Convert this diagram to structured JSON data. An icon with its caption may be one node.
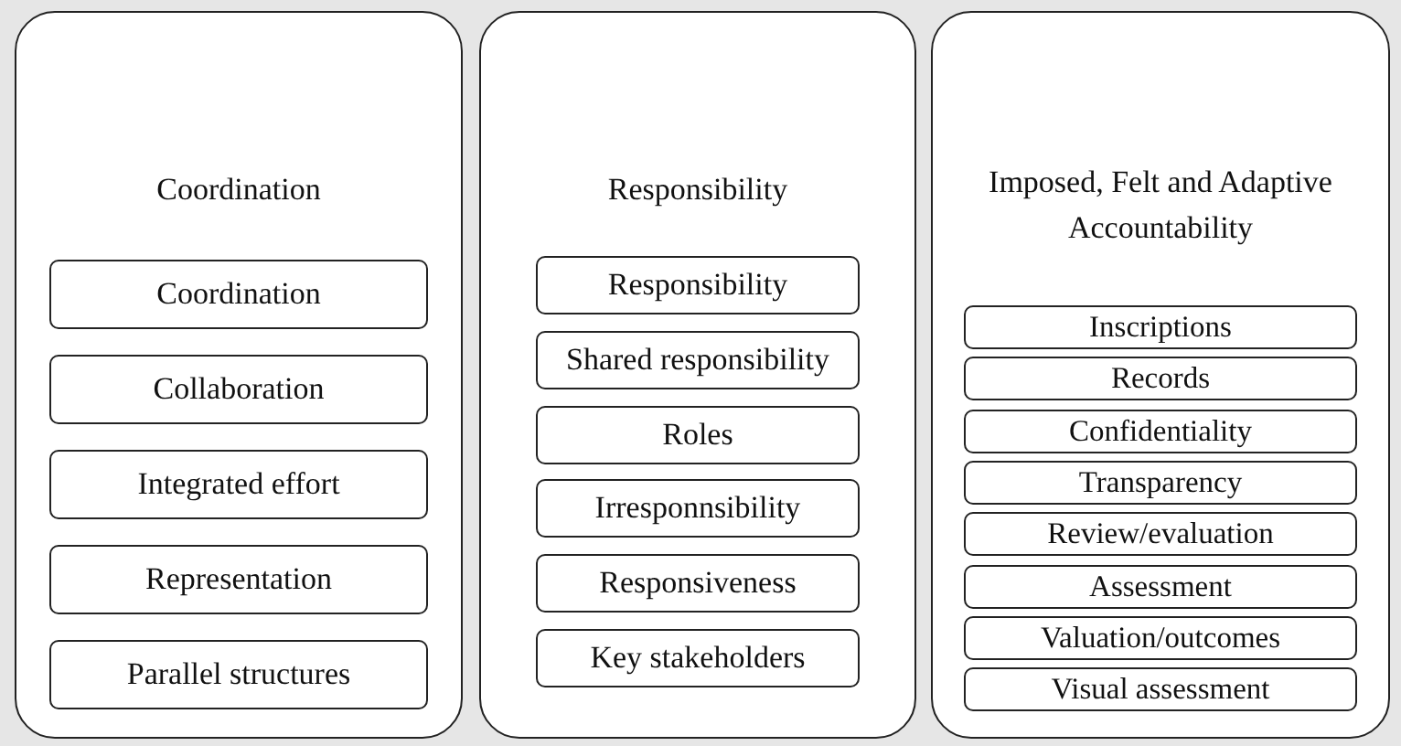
{
  "diagram": {
    "nodes": [
      {
        "text": [
          "Coordination"
        ]
      },
      {
        "text": [
          "Coordination"
        ],
        "in": 0
      },
      {
        "text": [
          "Collaboration"
        ],
        "in": 0
      },
      {
        "text": [
          "Integrated effort"
        ],
        "in": 0
      },
      {
        "text": [
          "Representation"
        ],
        "in": 0
      },
      {
        "text": [
          "Parallel structures"
        ],
        "in": 0
      },
      {
        "text": [
          "Responsibility"
        ]
      },
      {
        "text": [
          "Responsibility"
        ],
        "in": 6
      },
      {
        "text": [
          "Shared responsibility"
        ],
        "in": 6
      },
      {
        "text": [
          "Roles"
        ],
        "in": 6
      },
      {
        "text": [
          "Irresponnsibility"
        ],
        "in": 6
      },
      {
        "text": [
          "Responsiveness"
        ],
        "in": 6
      },
      {
        "text": [
          "Key stakeholders"
        ],
        "in": 6
      },
      {
        "text": [
          "Imposed, Felt and Adaptive Accountability"
        ]
      },
      {
        "text": [
          "Inscriptions"
        ],
        "in": 13
      },
      {
        "text": [
          "Records"
        ],
        "in": 13
      },
      {
        "text": [
          "Confidentiality"
        ],
        "in": 13
      },
      {
        "text": [
          "Transparency"
        ],
        "in": 13
      },
      {
        "text": [
          "Review/evaluation"
        ],
        "in": 13
      },
      {
        "text": [
          "Assessment"
        ],
        "in": 13
      },
      {
        "text": [
          "Valuation/outcomes"
        ],
        "in": 13
      },
      {
        "text": [
          "Visual assessment"
        ],
        "in": 13
      }
    ]
  }
}
